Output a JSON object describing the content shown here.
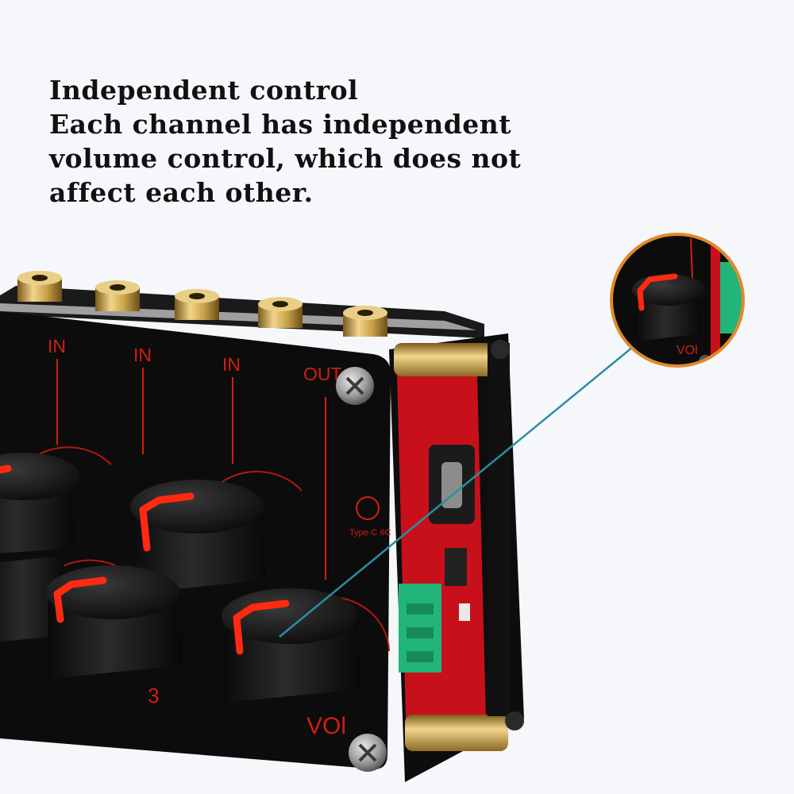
{
  "headline": {
    "title": "Independent control",
    "line1": "Each channel has independent",
    "line2": "volume control, which does not",
    "line3": "affect each other."
  },
  "device": {
    "channel_labels": [
      "IN",
      "IN",
      "IN",
      "OUT"
    ],
    "channel_number": "3",
    "volume_label": "VOl",
    "port_label": "Type-C 6C",
    "zoom_label": "VOl"
  },
  "colors": {
    "background": "#f6f7fb",
    "panel": "#0c0c0c",
    "print_red": "#d21e12",
    "knob_marker": "#ff2a10",
    "brass": "#c9a24a",
    "pcb": "#c8101a",
    "terminal": "#22b57a",
    "callout_ring": "#e08a2a",
    "callout_line": "#2a8fa0"
  }
}
